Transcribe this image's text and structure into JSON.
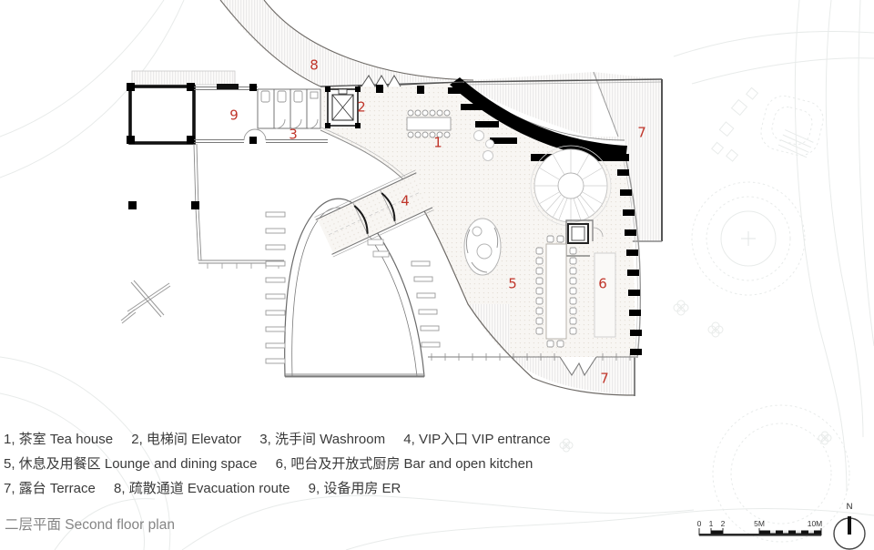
{
  "title": {
    "text": "二层平面 Second floor plan"
  },
  "plan": {
    "markers": [
      {
        "label": "1"
      },
      {
        "label": "2"
      },
      {
        "label": "3"
      },
      {
        "label": "4"
      },
      {
        "label": "5"
      },
      {
        "label": "6"
      },
      {
        "label": "7"
      },
      {
        "label": "7"
      },
      {
        "label": "8"
      },
      {
        "label": "9"
      }
    ],
    "marker_meaning": {
      "1": "Tea house",
      "2": "Elevator",
      "3": "Washroom",
      "4": "VIP entrance",
      "5": "Lounge and dining space",
      "6": "Bar and open kitchen",
      "7": "Terrace",
      "8": "Evacuation route",
      "9": "ER"
    }
  },
  "legend": {
    "rows": [
      [
        "1, 茶室 Tea house",
        "2, 电梯间 Elevator",
        "3, 洗手间  Washroom",
        "4, VIP入口 VIP entrance"
      ],
      [
        "5, 休息及用餐区  Lounge and dining space",
        "6, 吧台及开放式厨房  Bar and open kitchen"
      ],
      [
        "7, 露台  Terrace",
        "8, 疏散通道  Evacuation route",
        "9, 设备用房  ER"
      ]
    ]
  },
  "scale_bar": {
    "labels": [
      "0",
      "1",
      "2",
      "5M",
      "10M"
    ],
    "north_label": "N"
  },
  "colors": {
    "marker_red": "#c0362b",
    "title_gray": "#858585",
    "legend_text": "#3a3a3a",
    "wall_black": "#111111"
  }
}
